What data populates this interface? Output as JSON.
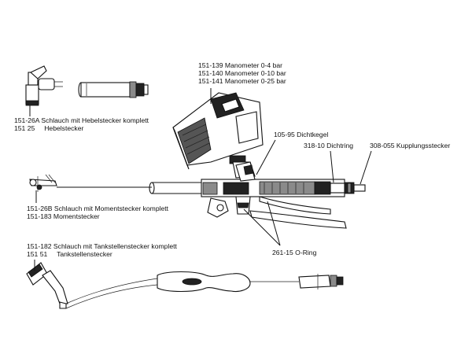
{
  "labels": {
    "manometer_1": "151-139 Manometer 0-4 bar",
    "manometer_2": "151-140 Manometer 0-10 bar",
    "manometer_3": "151-141 Manometer 0-25 bar",
    "hebel_hose": "151-26A Schlauch mit Hebelstecker komplett",
    "hebel_plug": "151 25     Hebelstecker",
    "dichtkegel": "105-95 Dichtkegel",
    "dichtring": "318-10 Dichtring",
    "kupplung": "308-055 Kupplungsstecker",
    "moment_hose": "151-26B Schlauch mit Momentstecker komplett",
    "moment_plug": "151-183 Momentstecker",
    "oring": "261-15 O-Ring",
    "tank_hose": "151-182 Schlauch mit Tankstellenstecker komplett",
    "tank_plug": "151 51     Tankstellenstecker"
  },
  "colors": {
    "ink": "#111111",
    "background": "#ffffff"
  }
}
